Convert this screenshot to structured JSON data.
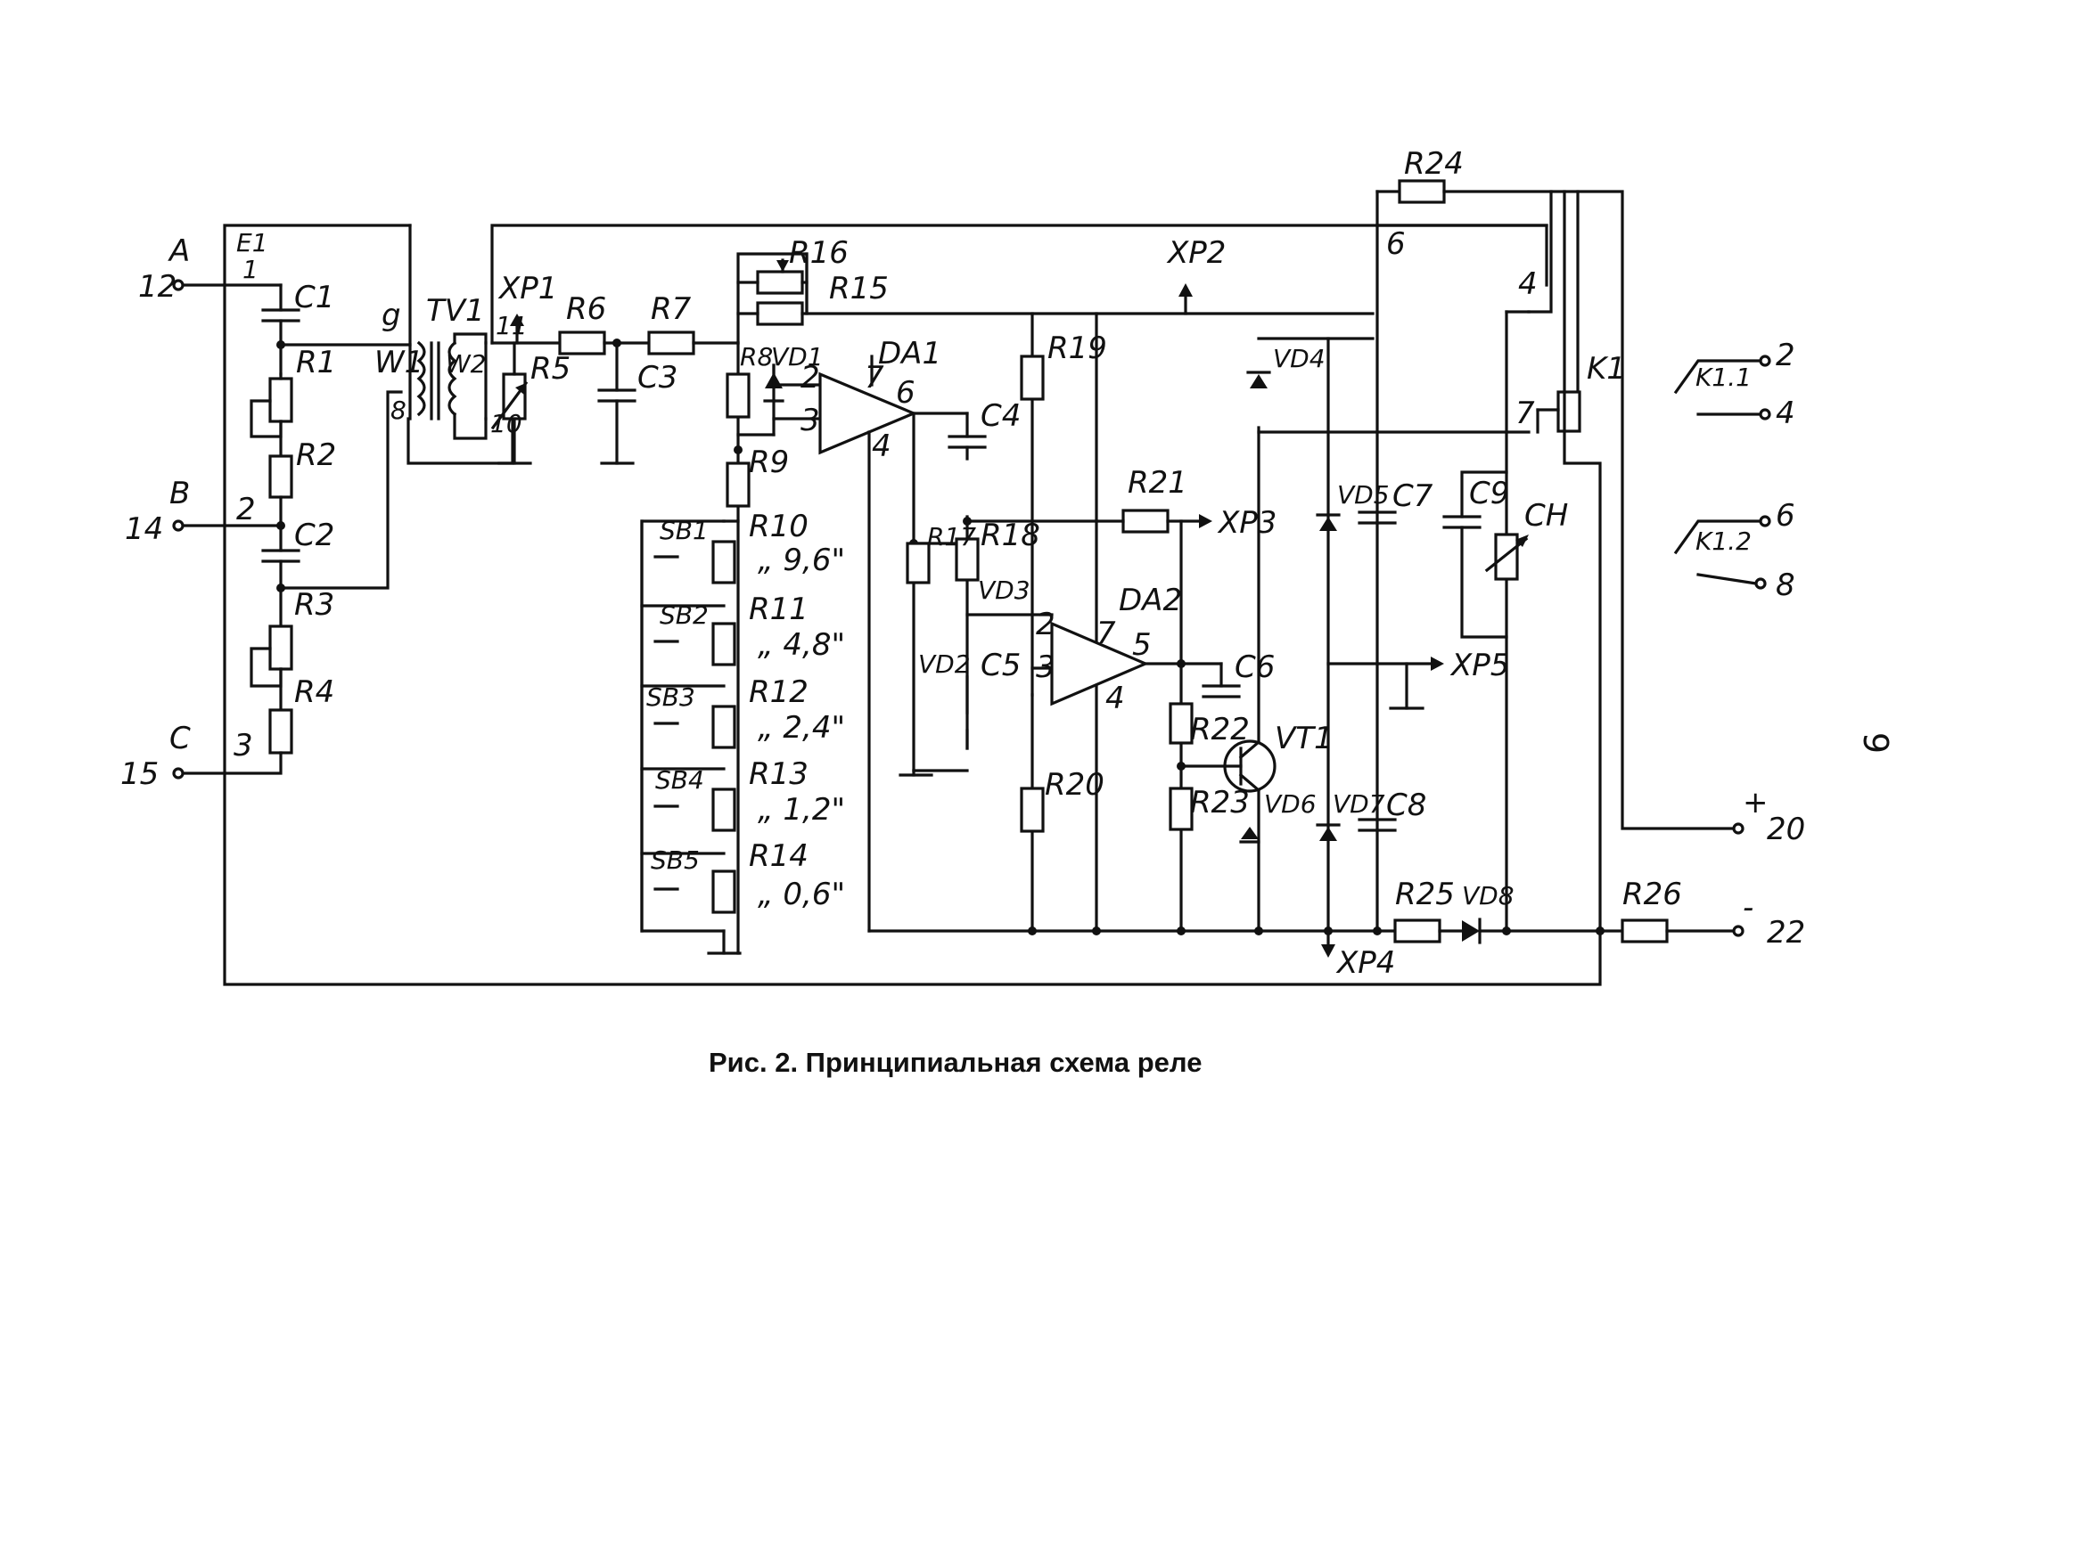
{
  "caption": "Рис. 2. Принципиальная схема реле",
  "page_number": "9",
  "terminals": {
    "A": "A",
    "n12": "12",
    "B": "B",
    "n14": "14",
    "C": "C",
    "n15": "15",
    "n2": "2",
    "n4": "4",
    "n6": "6",
    "n8": "8",
    "plus": "+",
    "n20": "20",
    "minus": "-",
    "n22": "22"
  },
  "labels": {
    "E1": "E1",
    "E1pin1": "1",
    "E1pin2": "2",
    "E1pin3": "3",
    "C1": "C1",
    "R1": "R1",
    "R2": "R2",
    "C2": "C2",
    "R3": "R3",
    "R4": "R4",
    "g": "g",
    "W1": "W1",
    "pin8": "8",
    "TV1": "TV1",
    "W2": "W2",
    "pin10": "10",
    "pin11": "11",
    "XP1": "XP1",
    "R5": "R5",
    "R6": "R6",
    "R7": "R7",
    "C3": "C3",
    "R16": "R16",
    "R15": "R15",
    "R8": "R8",
    "VD1": "VD1",
    "R9": "R9",
    "DA1": "DA1",
    "DA1pin7": "7",
    "DA1pin6": "6",
    "DA1pin2": "2",
    "DA1pin3": "3",
    "DA1pin4": "4",
    "SB1": "SB1",
    "SB2": "SB2",
    "SB3": "SB3",
    "SB4": "SB4",
    "SB5": "SB5",
    "R10": "R10",
    "R11": "R11",
    "R12": "R12",
    "R13": "R13",
    "R14": "R14",
    "v96": "„ 9,6\"",
    "v48": "„ 4,8\"",
    "v24": "„ 2,4\"",
    "v12": "„ 1,2\"",
    "v06": "„ 0,6\"",
    "C4": "C4",
    "R17": "R17",
    "R18": "R18",
    "VD3": "VD3",
    "VD2": "VD2",
    "C5": "C5",
    "R19": "R19",
    "R20": "R20",
    "XP2": "XP2",
    "R21": "R21",
    "XP3": "XP3",
    "DA2": "DA2",
    "DA2pin2": "2",
    "DA2pin3": "3",
    "DA2pin7": "7",
    "DA2pin5": "5",
    "DA2pin4": "4",
    "C6": "C6",
    "R22": "R22",
    "R23": "R23",
    "VT1": "VT1",
    "VD6": "VD6",
    "VD7": "VD7",
    "C8": "C8",
    "VD4": "VD4",
    "VD5": "VD5",
    "C7": "C7",
    "C9": "C9",
    "CH": "CH",
    "XP5": "XP5",
    "XP4": "XP4",
    "R24": "R24",
    "pin6top": "6",
    "pin4top": "4",
    "pin7": "7",
    "K1": "K1",
    "K11": "K1.1",
    "K12": "K1.2",
    "R25": "R25",
    "VD8": "VD8",
    "R26": "R26"
  }
}
